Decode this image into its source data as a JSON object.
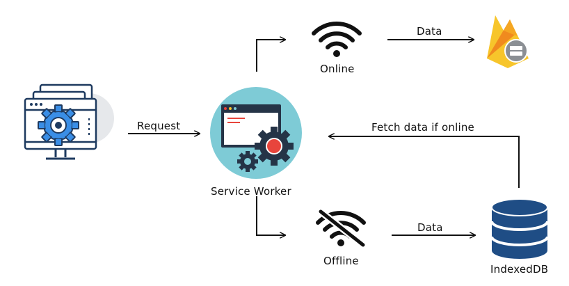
{
  "labels": {
    "request": "Request",
    "service_worker": "Service Worker",
    "online": "Online",
    "offline": "Offline",
    "data_online": "Data",
    "data_offline": "Data",
    "fetch": "Fetch data if online",
    "indexeddb": "IndexedDB"
  },
  "icons": {
    "client": "desktop-settings-icon",
    "service_worker": "service-worker-icon",
    "online": "wifi-icon",
    "offline": "wifi-off-icon",
    "server": "firebase-icon",
    "database": "database-icon"
  },
  "colors": {
    "navy": "#1e3a5f",
    "gear_blue": "#3a8ee6",
    "circle_teal": "#7ecbd6",
    "window_dark": "#253447",
    "record_red": "#e8453c",
    "firebase_yellow": "#f7c52b",
    "firebase_orange": "#f08a1e",
    "server_gray": "#8b8f94",
    "db_blue": "#1f4d85",
    "arrow": "#111111"
  }
}
